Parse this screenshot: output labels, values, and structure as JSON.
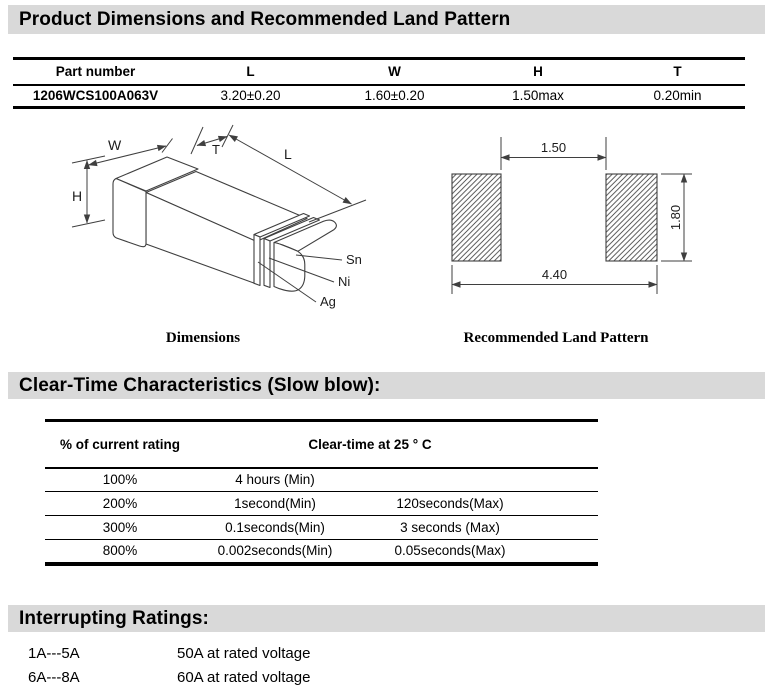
{
  "colors": {
    "heading_bg": "#d9d9d9",
    "line": "#000000",
    "draw": "#3f3f3f"
  },
  "headings": {
    "product": "Product Dimensions and Recommended Land Pattern",
    "clear_time": "Clear-Time Characteristics (Slow blow):",
    "interrupting": "Interrupting Ratings:"
  },
  "dimension_table": {
    "headers": [
      "Part number",
      "L",
      "W",
      "H",
      "T"
    ],
    "row": [
      "1206WCS100A063V",
      "3.20±0.20",
      "1.60±0.20",
      "1.50max",
      "0.20min"
    ]
  },
  "dimensions_drawing": {
    "caption": "Dimensions",
    "labels": {
      "W": "W",
      "T": "T",
      "L": "L",
      "H": "H",
      "sn": "Sn",
      "ni": "Ni",
      "ag": "Ag"
    }
  },
  "land_pattern": {
    "caption": "Recommended Land Pattern",
    "gap_width": "1.50",
    "pad_height": "1.80",
    "overall_width": "4.40"
  },
  "clear_time_table": {
    "headers": {
      "col1": "% of current rating",
      "col2": "Clear-time at 25 ° C"
    },
    "rows": [
      {
        "rating": "100%",
        "min": "4 hours (Min)",
        "max": ""
      },
      {
        "rating": "200%",
        "min": "1second(Min)",
        "max": "120seconds(Max)"
      },
      {
        "rating": "300%",
        "min": "0.1seconds(Min)",
        "max": "3 seconds (Max)"
      },
      {
        "rating": "800%",
        "min": "0.002seconds(Min)",
        "max": "0.05seconds(Max)"
      }
    ]
  },
  "interrupting_ratings": {
    "rows": [
      {
        "range": "1A---5A",
        "value": "50A at rated voltage"
      },
      {
        "range": "6A---8A",
        "value": "60A at rated voltage"
      }
    ]
  }
}
